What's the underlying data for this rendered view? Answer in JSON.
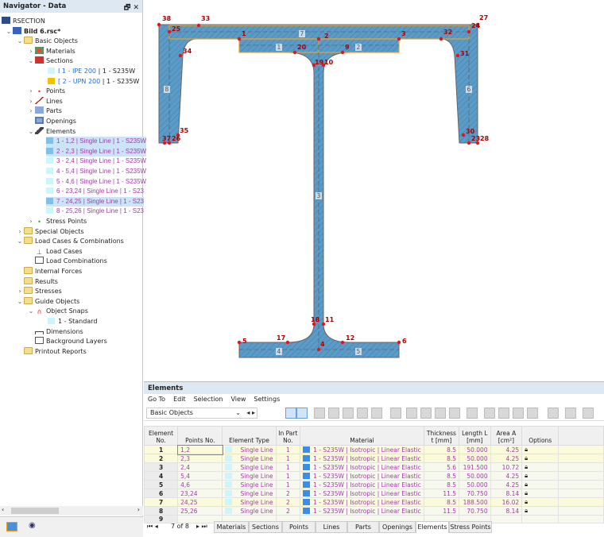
{
  "navigator": {
    "title": "Navigator - Data",
    "root": "RSECTION",
    "file": "Bild 6.rsc*",
    "items": [
      "Basic Objects",
      "Materials",
      "Sections",
      "Points",
      "Lines",
      "Parts",
      "Openings",
      "Elements",
      "Stress Points",
      "Special Objects",
      "Load Cases & Combinations",
      "Load Cases",
      "Load Combinations",
      "Internal Forces",
      "Results",
      "Stresses",
      "Guide Objects",
      "Object Snaps",
      "Dimensions",
      "Background Layers",
      "Printout Reports"
    ],
    "sections": [
      {
        "name": "1 - IPE 200",
        "mat": " | 1 - S235W"
      },
      {
        "name": "2 - UPN 200",
        "mat": " | 1 - S235W"
      }
    ],
    "elements": [
      "1 - 1,2 | Single Line | 1 - S235W",
      "2 - 2,3 | Single Line | 1 - S235W",
      "3 - 2,4 | Single Line | 1 - S235W",
      "4 - 5,4 | Single Line | 1 - S235W",
      "5 - 4,6 | Single Line | 1 - S235W",
      "6 - 23,24 | Single Line | 1 - S23",
      "7 - 24,25 | Single Line | 1 - S23",
      "8 - 25,26 | Single Line | 1 - S23"
    ],
    "snap": "1 - Standard"
  },
  "drawing": {
    "points": [
      "38",
      "25",
      "33",
      "1",
      "2",
      "3",
      "32",
      "24",
      "27",
      "34",
      "20",
      "9",
      "31",
      "19",
      "10",
      "35",
      "37",
      "26",
      "30",
      "23",
      "28",
      "18",
      "11",
      "17",
      "12",
      "5",
      "4",
      "6"
    ],
    "elements": [
      "7",
      "1",
      "2",
      "8",
      "6",
      "3",
      "4",
      "5"
    ]
  },
  "panel": {
    "title": "Elements",
    "menu": [
      "Go To",
      "Edit",
      "Selection",
      "View",
      "Settings"
    ],
    "combo": "Basic Objects",
    "headers": [
      "Element No.",
      "Points No.",
      "Element Type",
      "In Part No.",
      "Material",
      "Thickness t [mm]",
      "Length L [mm]",
      "Area A [cm²]",
      "Options"
    ],
    "rows": [
      [
        "1",
        "1,2",
        "Single Line",
        "1",
        "1 - S235W | Isotropic | Linear Elastic",
        "8.5",
        "50.000",
        "4.25"
      ],
      [
        "2",
        "2,3",
        "Single Line",
        "1",
        "1 - S235W | Isotropic | Linear Elastic",
        "8.5",
        "50.000",
        "4.25"
      ],
      [
        "3",
        "2,4",
        "Single Line",
        "1",
        "1 - S235W | Isotropic | Linear Elastic",
        "5.6",
        "191.500",
        "10.72"
      ],
      [
        "4",
        "5,4",
        "Single Line",
        "1",
        "1 - S235W | Isotropic | Linear Elastic",
        "8.5",
        "50.000",
        "4.25"
      ],
      [
        "5",
        "4,6",
        "Single Line",
        "1",
        "1 - S235W | Isotropic | Linear Elastic",
        "8.5",
        "50.000",
        "4.25"
      ],
      [
        "6",
        "23,24",
        "Single Line",
        "2",
        "1 - S235W | Isotropic | Linear Elastic",
        "11.5",
        "70.750",
        "8.14"
      ],
      [
        "7",
        "24,25",
        "Single Line",
        "2",
        "1 - S235W | Isotropic | Linear Elastic",
        "8.5",
        "188.500",
        "16.02"
      ],
      [
        "8",
        "25,26",
        "Single Line",
        "2",
        "1 - S235W | Isotropic | Linear Elastic",
        "11.5",
        "70.750",
        "8.14"
      ],
      [
        "9",
        "",
        "",
        "",
        "",
        "",
        "",
        "",
        ""
      ]
    ],
    "pager": "7 of 8",
    "tabs": [
      "Materials",
      "Sections",
      "Points",
      "Lines",
      "Parts",
      "Openings",
      "Elements",
      "Stress Points"
    ],
    "active_tab": "Elements"
  },
  "colors": {
    "section_fill": "#5b9bc8",
    "selection": "#f0a020",
    "point": "#e8121a",
    "accent": "#dde8f3"
  }
}
